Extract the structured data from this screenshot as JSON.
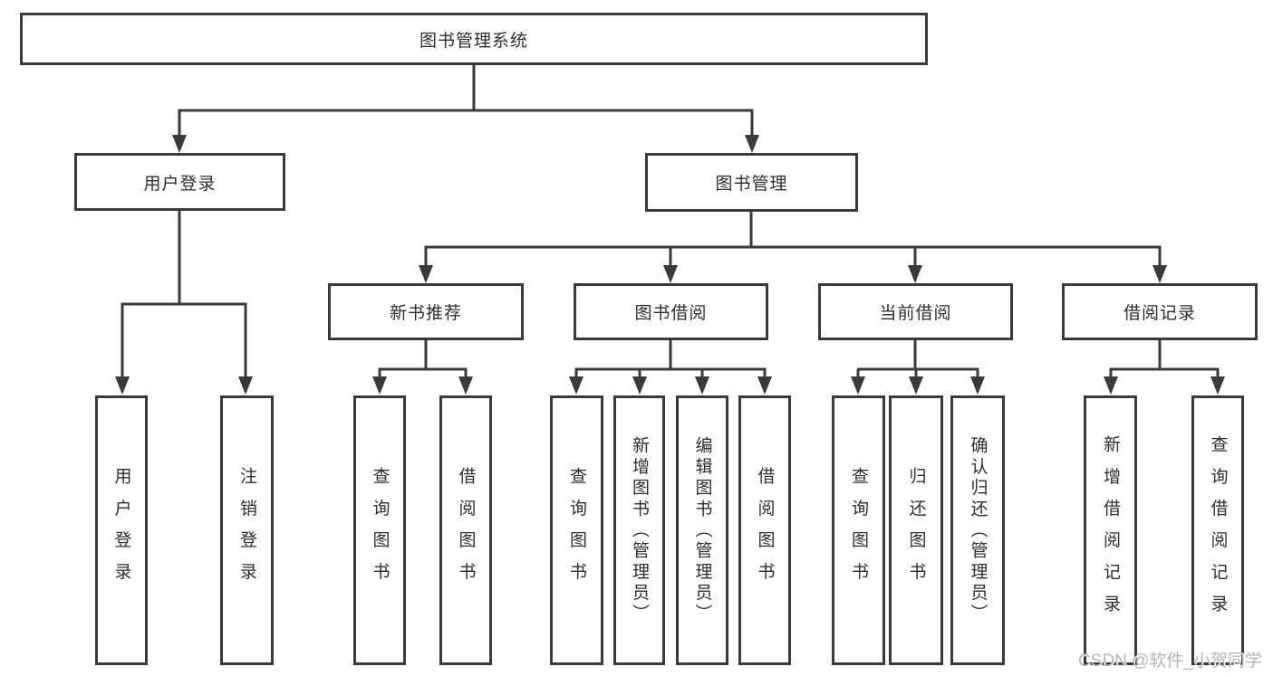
{
  "diagram": {
    "title": "图书管理系统",
    "branches": [
      {
        "label": "用户登录",
        "children": [
          {
            "label": "用户登录"
          },
          {
            "label": "注销登录"
          }
        ]
      },
      {
        "label": "图书管理",
        "children": [
          {
            "label": "新书推荐",
            "children": [
              {
                "label": "查询图书"
              },
              {
                "label": "借阅图书"
              }
            ]
          },
          {
            "label": "图书借阅",
            "children": [
              {
                "label": "查询图书"
              },
              {
                "label": "新增图书（管理员）"
              },
              {
                "label": "编辑图书（管理员）"
              },
              {
                "label": "借阅图书"
              }
            ]
          },
          {
            "label": "当前借阅",
            "children": [
              {
                "label": "查询图书"
              },
              {
                "label": "归还图书"
              },
              {
                "label": "确认归还（管理员）"
              }
            ]
          },
          {
            "label": "借阅记录",
            "children": [
              {
                "label": "新增借阅记录"
              },
              {
                "label": "查询借阅记录"
              }
            ]
          }
        ]
      }
    ]
  },
  "watermark": {
    "text": "CSDN @软件_小贺同学"
  },
  "colors": {
    "line": "#3a3a3a",
    "text": "#2e2e2e",
    "watermark": "#b6b6b6",
    "background": "#ffffff"
  }
}
